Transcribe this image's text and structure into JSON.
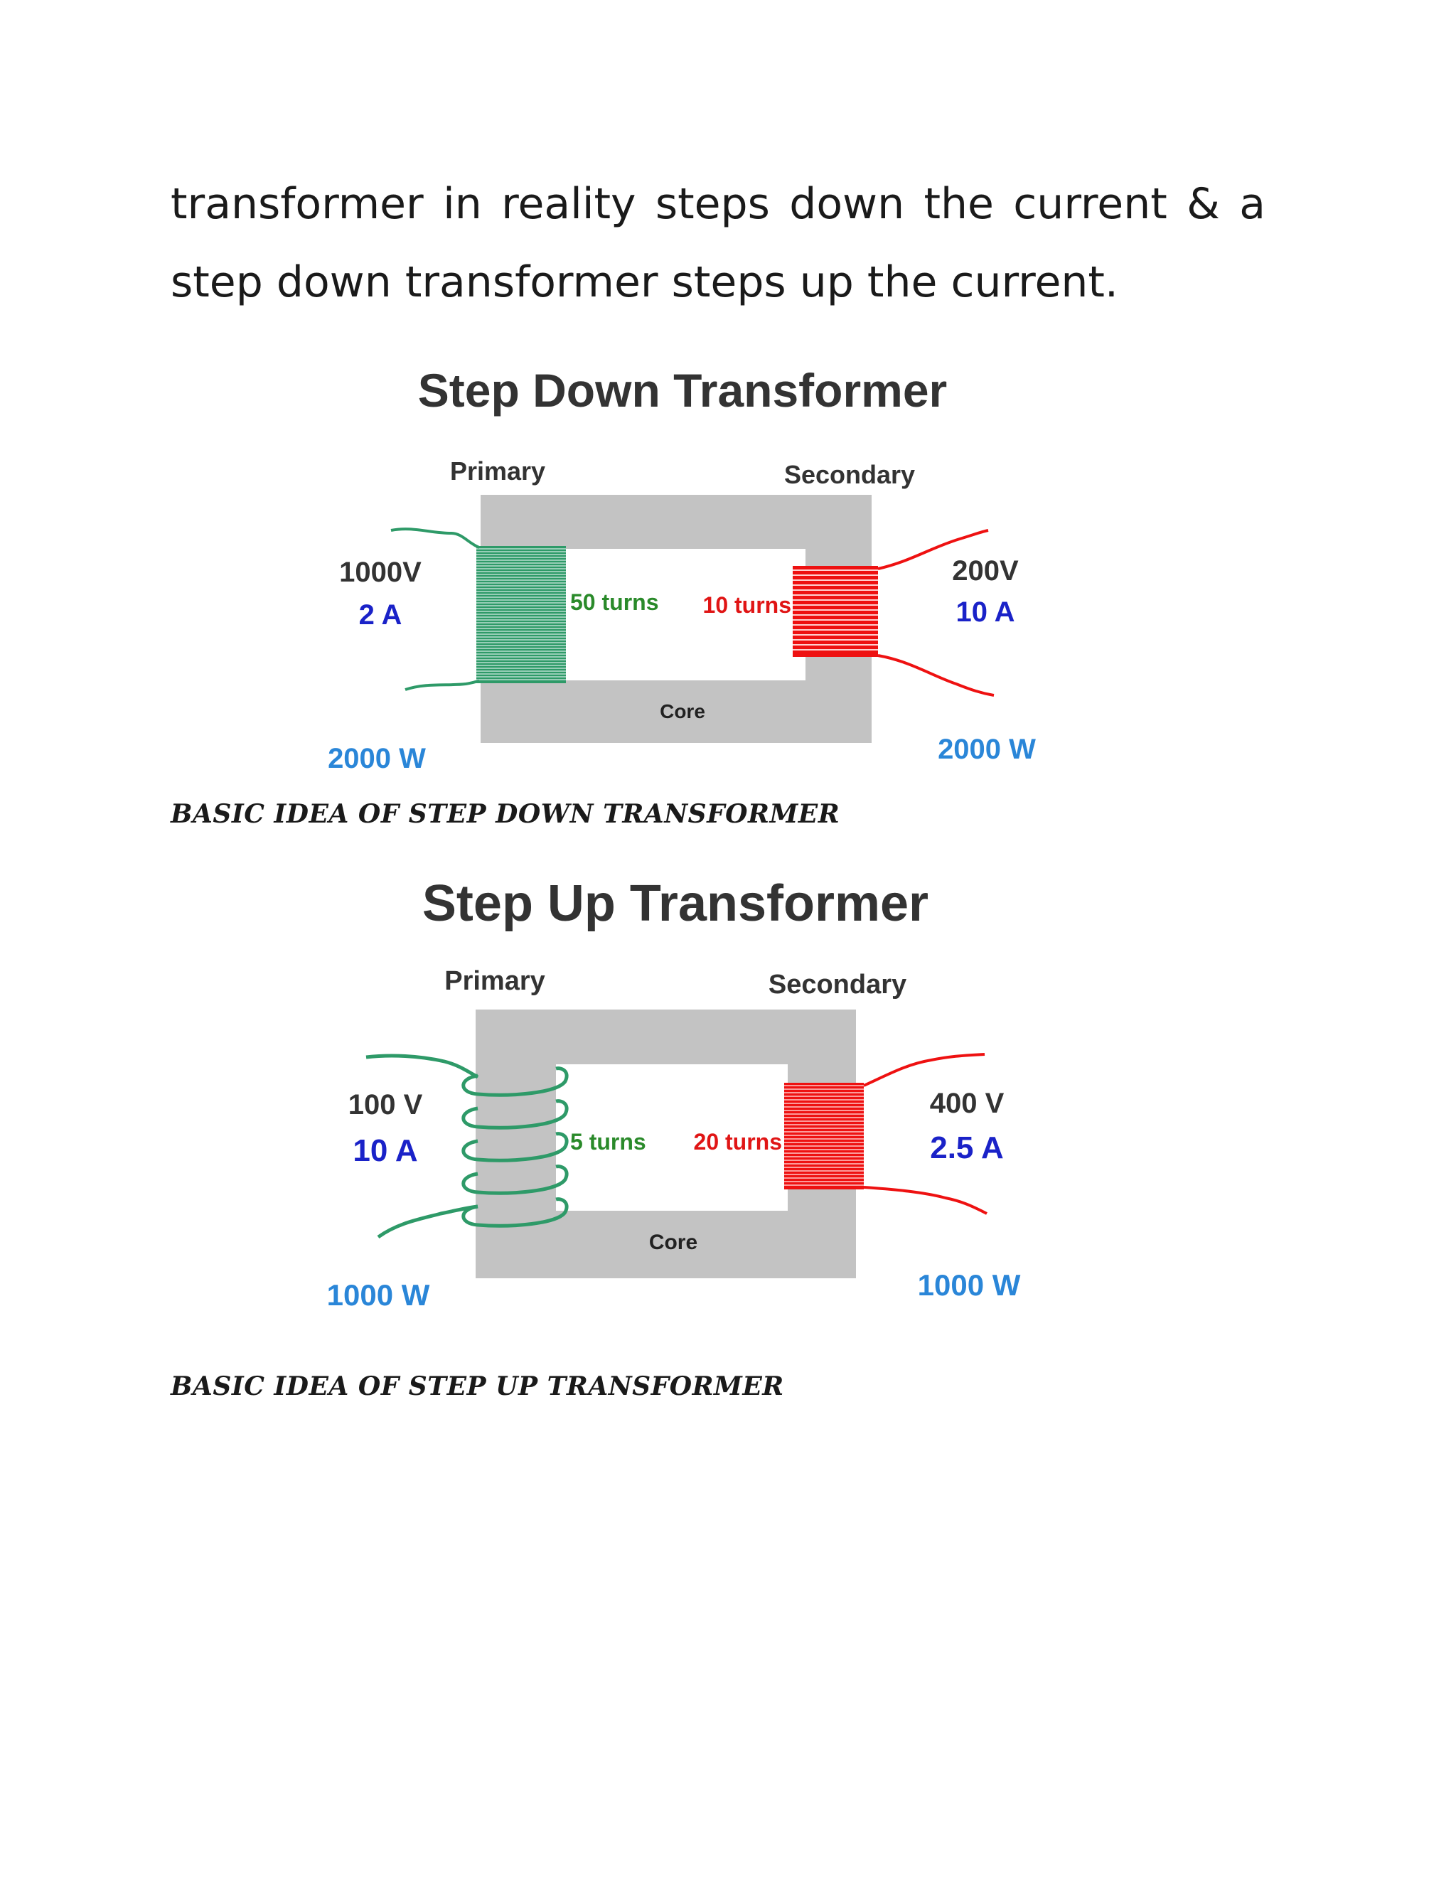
{
  "paragraph": {
    "line1": "transformer in reality steps down the current & a",
    "line2": "step down transformer steps up the current."
  },
  "step_down": {
    "title": "Step Down Transformer",
    "primary_label": "Primary",
    "secondary_label": "Secondary",
    "input_voltage": "1000V",
    "input_current": "2 A",
    "primary_turns": "50 turns",
    "secondary_turns": "10 turns",
    "output_voltage": "200V",
    "output_current": "10 A",
    "core_label": "Core",
    "input_power": "2000 W",
    "output_power": "2000 W",
    "caption": "BASIC IDEA OF STEP DOWN TRANSFORMER"
  },
  "step_up": {
    "title": "Step Up Transformer",
    "primary_label": "Primary",
    "secondary_label": "Secondary",
    "input_voltage": "100 V",
    "input_current": "10 A",
    "primary_turns": "5 turns",
    "secondary_turns": "20 turns",
    "output_voltage": "400 V",
    "output_current": "2.5 A",
    "core_label": "Core",
    "input_power": "1000 W",
    "output_power": "1000 W",
    "caption": "BASIC IDEA OF STEP UP TRANSFORMER"
  },
  "colors": {
    "core": "#c3c3c3",
    "primary_wire": "#2e9a68",
    "secondary_wire": "#ee1111",
    "current_text": "#1a22c8",
    "power_text": "#2a86d8",
    "turns_primary_text": "#2a8a2a",
    "turns_secondary_text": "#e01515"
  }
}
